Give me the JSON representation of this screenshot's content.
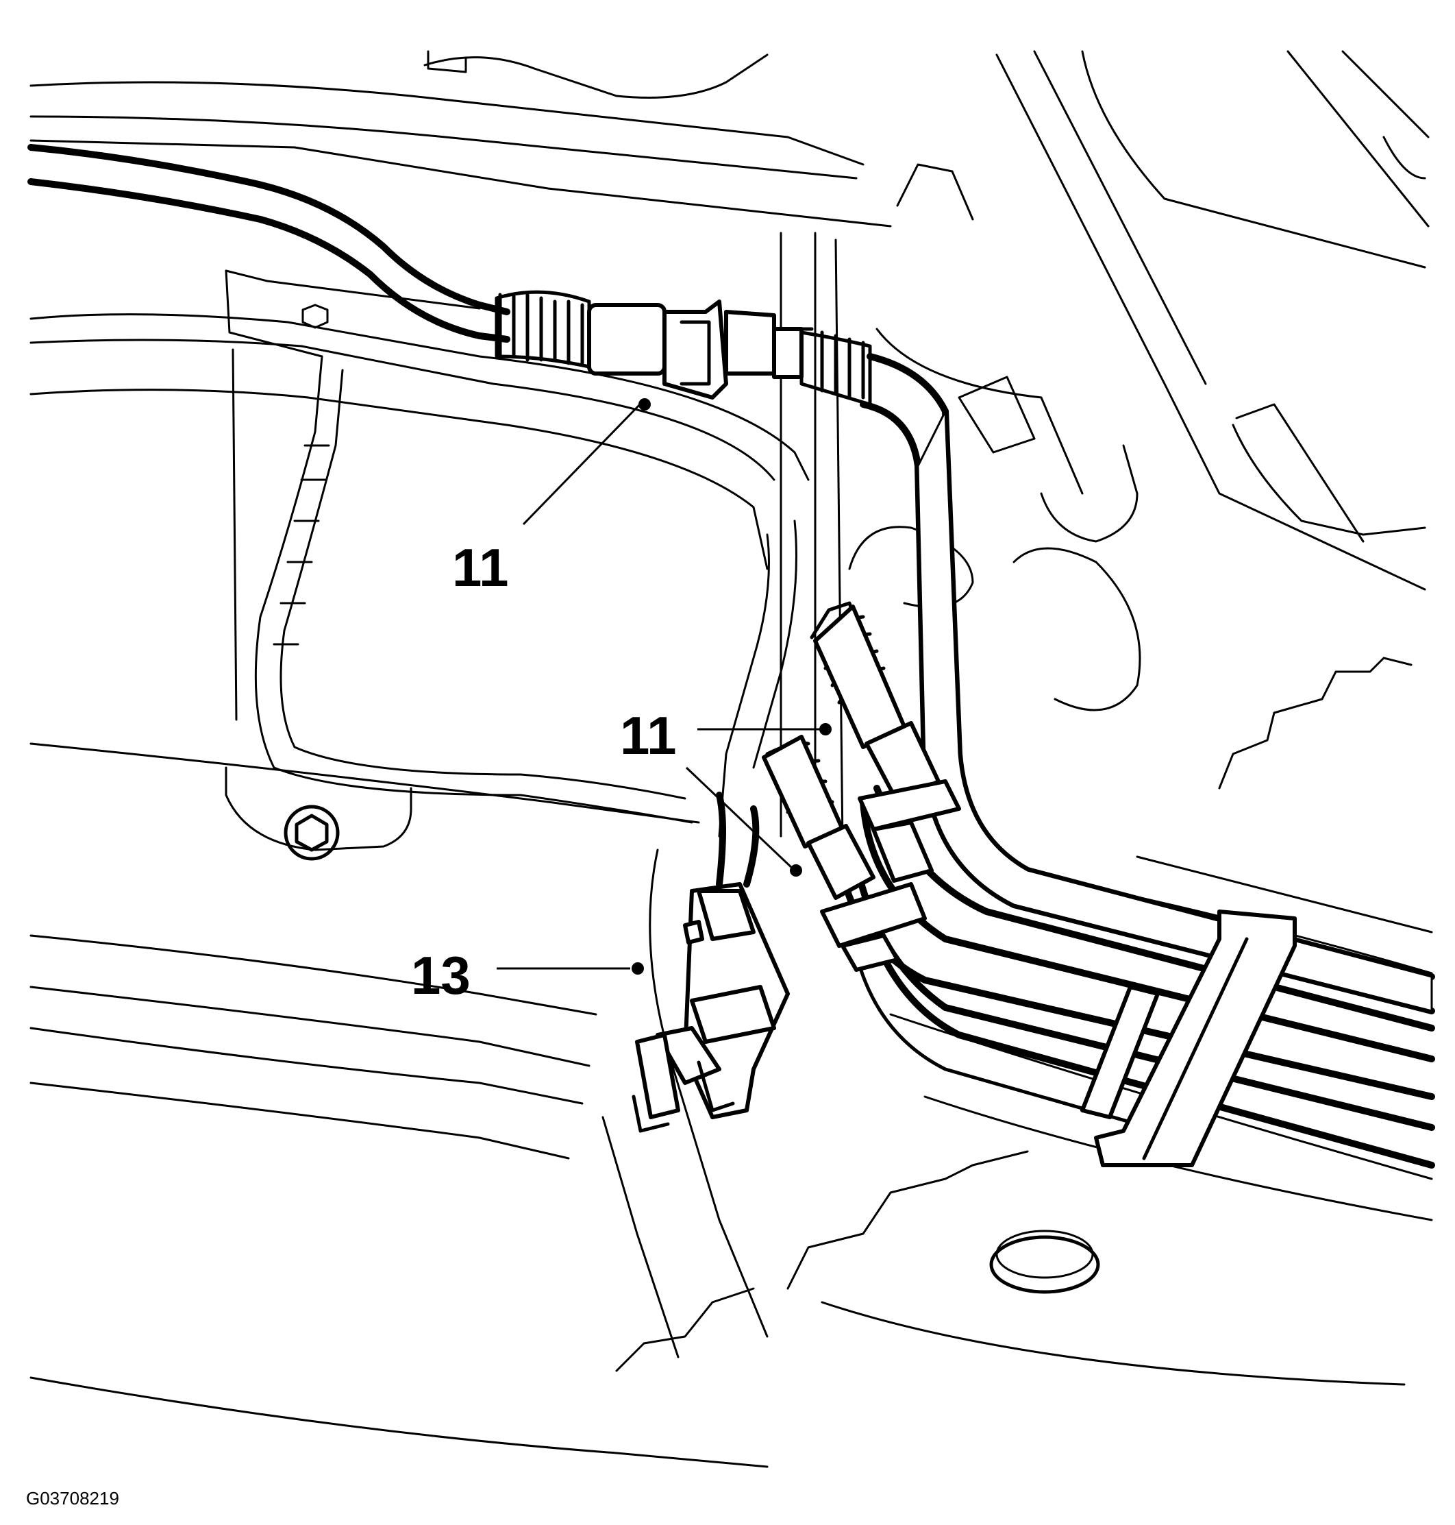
{
  "callouts": {
    "upper": "11",
    "middle": "11",
    "lower": "13"
  },
  "figure_id": "G03708219"
}
